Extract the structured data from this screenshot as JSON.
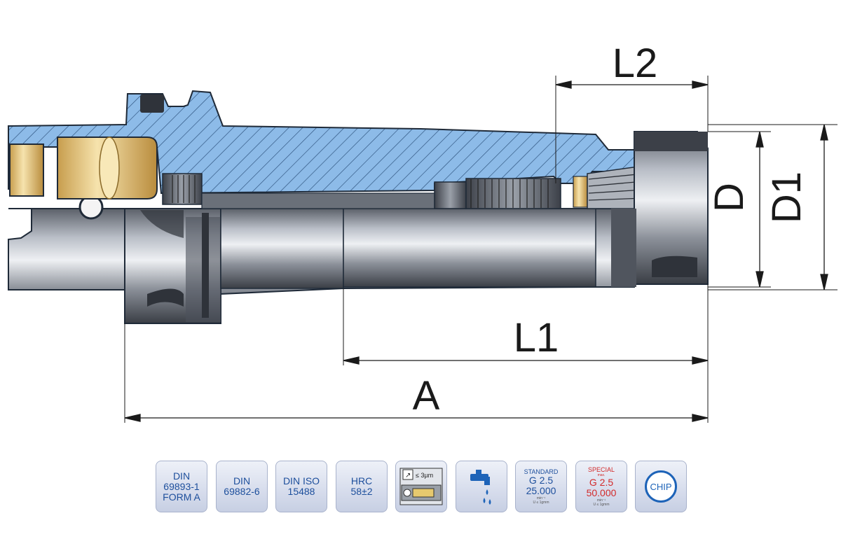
{
  "dimensions": {
    "a_label": "A",
    "l1_label": "L1",
    "l2_label": "L2",
    "d_label": "D",
    "d1_label": "D1"
  },
  "badges": [
    {
      "id": "din-69893",
      "lines": [
        "DIN",
        "69893-1",
        "FORM A"
      ]
    },
    {
      "id": "din-69882",
      "lines": [
        "DIN",
        "69882-6"
      ]
    },
    {
      "id": "din-iso",
      "lines": [
        "DIN ISO",
        "15488"
      ]
    },
    {
      "id": "hrc",
      "lines": [
        "HRC",
        "58±2"
      ]
    },
    {
      "id": "runout",
      "label": "≤ 3µm",
      "icon": "runout-gauge-icon"
    },
    {
      "id": "coolant",
      "icon": "coolant-tap-icon"
    },
    {
      "id": "standard-balance",
      "header": "STANDARD",
      "grade": "G 2.5",
      "speed": "25.000",
      "unit": "min⁻¹",
      "note": "U ≤ 1gmm"
    },
    {
      "id": "special-balance",
      "header": "SPECIAL",
      "max": "max.",
      "grade": "G 2.5",
      "speed": "50.000",
      "unit": "min⁻¹",
      "note": "U ≤ 1gmm"
    },
    {
      "id": "chip",
      "label": "CHIP"
    }
  ],
  "colors": {
    "section_blue": "#7fb2e5",
    "hatch": "#2a4f7a",
    "steel_dark": "#3c4048",
    "steel_light": "#c8ccd4",
    "brass": "#e8cf8a",
    "badge_blue": "#1d4f9c",
    "special_red": "#d22a2a"
  }
}
